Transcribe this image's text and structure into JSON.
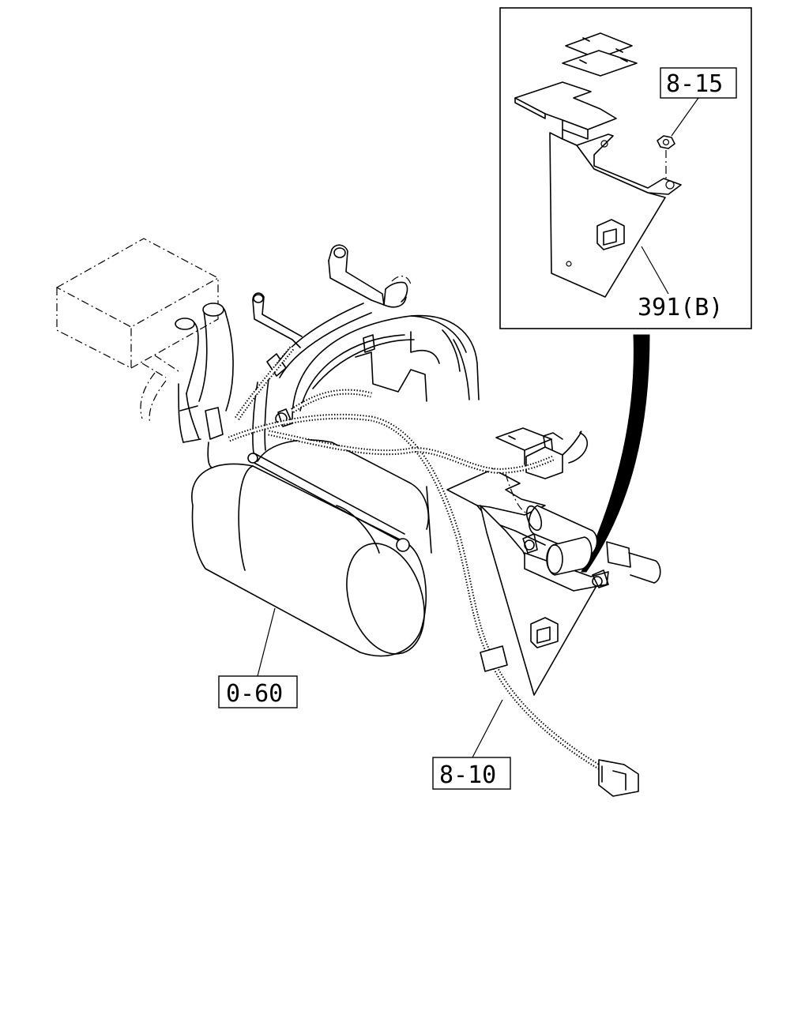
{
  "diagram": {
    "callouts": {
      "ref_8_15": "8-15",
      "ref_391b": "391(B)",
      "ref_0_60": "0-60",
      "ref_8_10": "8-10"
    },
    "line_color": "#000000",
    "background": "#ffffff"
  }
}
